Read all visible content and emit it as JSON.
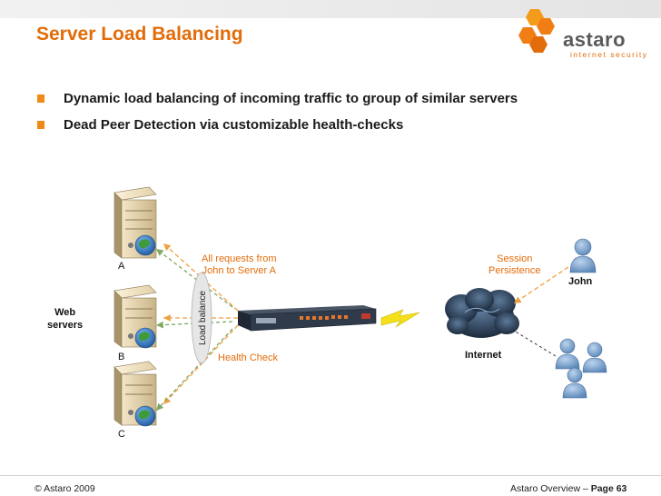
{
  "title": "Server Load Balancing",
  "logo": {
    "name": "astaro",
    "tagline": "internet security"
  },
  "bullets": [
    "Dynamic load balancing of incoming traffic to group of similar servers",
    "Dead Peer Detection via customizable health-checks"
  ],
  "diagram": {
    "web_servers_label": "Web\nservers",
    "server_labels": [
      "A",
      "B",
      "C"
    ],
    "load_balance_label": "Load balance",
    "requests_label": "All requests from\nJohn to Server A",
    "health_check_label": "Health Check",
    "session_label": "Session\nPersistence",
    "internet_label": "Internet",
    "john_label": "John"
  },
  "footer": {
    "copyright": "© Astaro 2009",
    "page_prefix": "Astaro Overview – ",
    "page_label": "Page 63"
  },
  "colors": {
    "accent": "#e36c0a",
    "link_arrow": "#f0a040",
    "check_arrow": "#7fa860"
  }
}
